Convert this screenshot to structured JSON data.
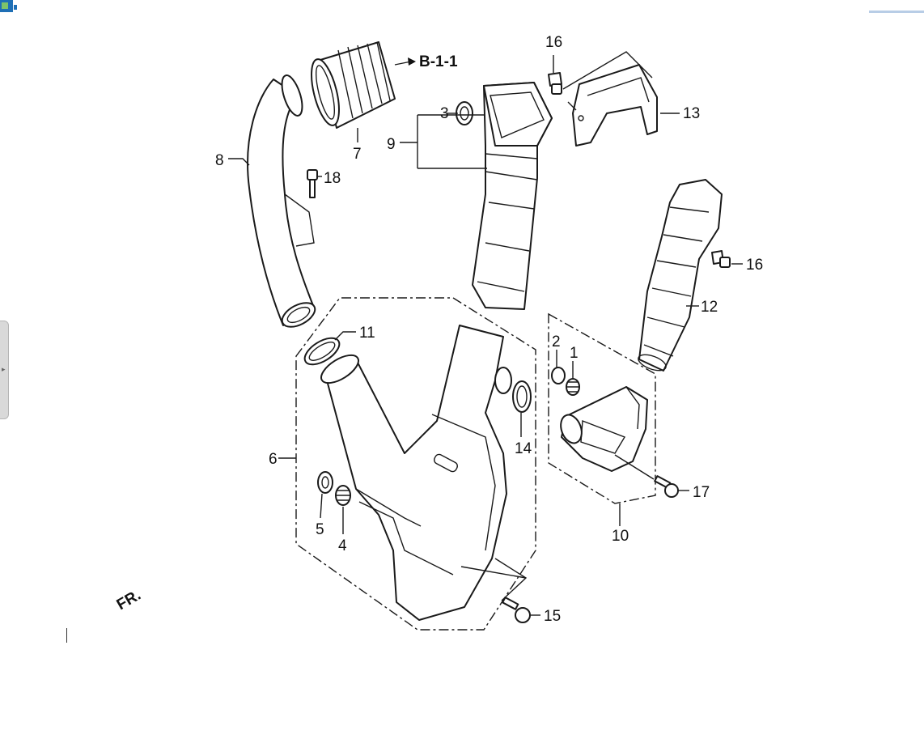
{
  "diagram": {
    "reference_label": "B-1-1",
    "front_label": "FR.",
    "callouts": {
      "c1": "1",
      "c2": "2",
      "c3": "3",
      "c4": "4",
      "c5": "5",
      "c6": "6",
      "c7": "7",
      "c8": "8",
      "c9": "9",
      "c10": "10",
      "c11": "11",
      "c12": "12",
      "c13": "13",
      "c14": "14",
      "c15": "15",
      "c16a": "16",
      "c16b": "16",
      "c17": "17",
      "c18": "18"
    }
  },
  "chrome": {
    "app_icon": "window-icon",
    "side_panel_handle": "panel-handle-icon",
    "accent_color": "#1f6fb5"
  }
}
